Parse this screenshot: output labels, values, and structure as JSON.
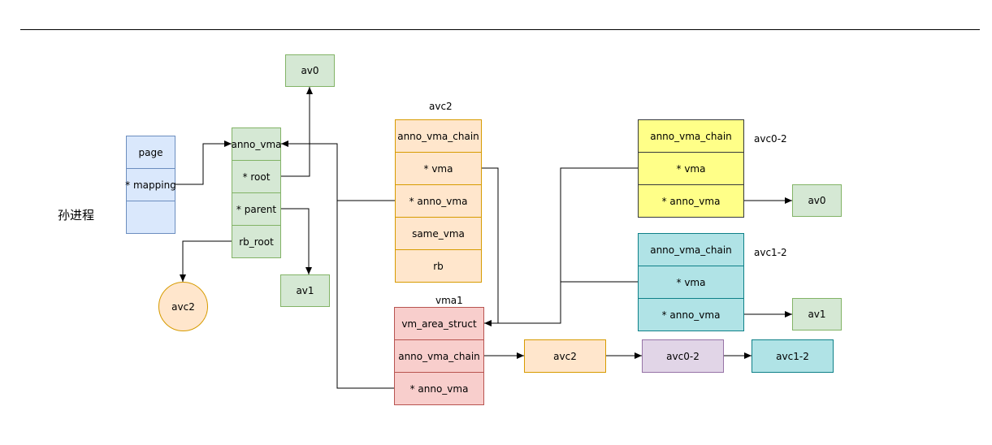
{
  "process_label": "孙进程",
  "page_struct": {
    "rows": [
      "page",
      "* mapping",
      ""
    ]
  },
  "anon_vma": {
    "rows": [
      "anno_vma",
      "* root",
      "* parent",
      "rb_root"
    ]
  },
  "avc2": {
    "title": "avc2",
    "rows": [
      "anno_vma_chain",
      "* vma",
      "* anno_vma",
      "same_vma",
      "rb"
    ]
  },
  "vma1": {
    "title": "vma1",
    "rows": [
      "vm_area_struct",
      "anno_vma_chain",
      "* anno_vma"
    ]
  },
  "avc0_2": {
    "title": "avc0-2",
    "rows": [
      "anno_vma_chain",
      "* vma",
      "* anno_vma"
    ]
  },
  "avc1_2": {
    "title": "avc1-2",
    "rows": [
      "anno_vma_chain",
      "* vma",
      "* anno_vma"
    ]
  },
  "nodes": {
    "av0_top": "av0",
    "av1_left": "av1",
    "avc2_circle": "avc2",
    "av0_right": "av0",
    "av1_right": "av1",
    "chain_avc2": "avc2",
    "chain_avc0_2": "avc0-2",
    "chain_avc1_2": "avc1-2"
  },
  "colors": {
    "line": "#000000",
    "blue": "#dae8fc",
    "green": "#d5e8d4",
    "orange": "#ffe6cc",
    "red": "#f8cecc",
    "yellow": "#ffff88",
    "cyan": "#b0e3e6",
    "purple": "#e1d5e7"
  }
}
